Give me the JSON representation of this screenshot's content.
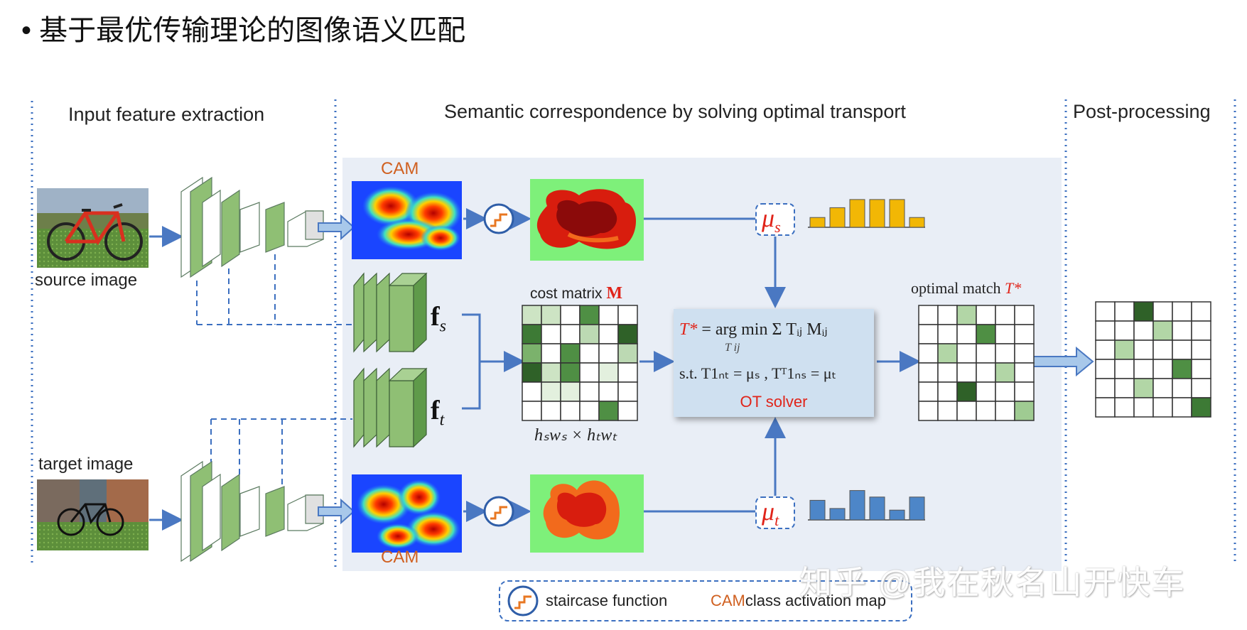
{
  "title": "• 基于最优传输理论的图像语义匹配",
  "sections": {
    "input": "Input feature extraction",
    "ot": "Semantic correspondence by solving optimal transport",
    "post": "Post-processing"
  },
  "labels": {
    "source_image": "source image",
    "target_image": "target image",
    "cam_top": "CAM",
    "cam_bottom": "CAM",
    "f_s": "f",
    "f_s_sub": "s",
    "f_t": "f",
    "f_t_sub": "t",
    "cost_matrix": "cost matrix",
    "cost_matrix_symbol": "M",
    "cost_dims": "hₛwₛ × hₜwₜ",
    "mu_s": "μ",
    "mu_s_sub": "s",
    "mu_t": "μ",
    "mu_t_sub": "t",
    "optimal_match": "optimal match",
    "optimal_match_symbol": "T*",
    "formula_line1_lhs": "T*",
    "formula_line1_rhs": "= arg min Σ Tᵢⱼ Mᵢⱼ",
    "formula_line1_under": "T      ij",
    "formula_line2": "s.t.  T1ₙₜ = μₛ , Tᵀ1ₙₛ = μₜ",
    "ot_solver": "OT solver"
  },
  "legend": {
    "staircase": "staircase function",
    "cam_abbr": "CAM",
    "cam_text": "class activation map"
  },
  "watermark": "知乎 @我在秋名山开快车",
  "histograms": {
    "mu_s": {
      "color": "#f2b705",
      "values": [
        0.3,
        0.6,
        0.85,
        0.85,
        0.85,
        0.3
      ]
    },
    "mu_t": {
      "color": "#4d86c8",
      "values": [
        0.6,
        0.35,
        0.9,
        0.7,
        0.3,
        0.7
      ]
    }
  },
  "grids": {
    "cost_matrix": {
      "rows": 6,
      "cols": 6,
      "cells": [
        [
          "#cde4c4",
          "#cde4c4",
          "#ffffff",
          "#4f8f44",
          "#ffffff",
          "#ffffff"
        ],
        [
          "#3d7a35",
          "#ffffff",
          "#ffffff",
          "#bcd9b3",
          "#ffffff",
          "#2f6128"
        ],
        [
          "#7bb26c",
          "#ffffff",
          "#4f8f44",
          "#ffffff",
          "#ffffff",
          "#bcd9b3"
        ],
        [
          "#2f6128",
          "#cde4c4",
          "#4f8f44",
          "#ffffff",
          "#e3f0de",
          "#ffffff"
        ],
        [
          "#ffffff",
          "#e3f0de",
          "#e3f0de",
          "#ffffff",
          "#ffffff",
          "#ffffff"
        ],
        [
          "#ffffff",
          "#ffffff",
          "#ffffff",
          "#ffffff",
          "#4f8f44",
          "#ffffff"
        ]
      ]
    },
    "optimal_match": {
      "rows": 6,
      "cols": 6,
      "cells": [
        [
          "#ffffff",
          "#ffffff",
          "#b2d6a6",
          "#ffffff",
          "#ffffff",
          "#ffffff"
        ],
        [
          "#ffffff",
          "#ffffff",
          "#ffffff",
          "#4f8f44",
          "#ffffff",
          "#ffffff"
        ],
        [
          "#ffffff",
          "#b2d6a6",
          "#ffffff",
          "#ffffff",
          "#ffffff",
          "#ffffff"
        ],
        [
          "#ffffff",
          "#ffffff",
          "#ffffff",
          "#ffffff",
          "#b2d6a6",
          "#ffffff"
        ],
        [
          "#ffffff",
          "#ffffff",
          "#2f6128",
          "#ffffff",
          "#ffffff",
          "#ffffff"
        ],
        [
          "#ffffff",
          "#ffffff",
          "#ffffff",
          "#ffffff",
          "#ffffff",
          "#9fcb92"
        ]
      ]
    },
    "post_processing": {
      "rows": 6,
      "cols": 6,
      "cells": [
        [
          "#ffffff",
          "#ffffff",
          "#2f6128",
          "#ffffff",
          "#ffffff",
          "#ffffff"
        ],
        [
          "#ffffff",
          "#ffffff",
          "#ffffff",
          "#b2d6a6",
          "#ffffff",
          "#ffffff"
        ],
        [
          "#ffffff",
          "#b2d6a6",
          "#ffffff",
          "#ffffff",
          "#ffffff",
          "#ffffff"
        ],
        [
          "#ffffff",
          "#ffffff",
          "#ffffff",
          "#ffffff",
          "#4f8f44",
          "#ffffff"
        ],
        [
          "#ffffff",
          "#ffffff",
          "#b2d6a6",
          "#ffffff",
          "#ffffff",
          "#ffffff"
        ],
        [
          "#ffffff",
          "#ffffff",
          "#ffffff",
          "#ffffff",
          "#ffffff",
          "#3d7a35"
        ]
      ]
    }
  },
  "colors": {
    "panel_bg": "#e9eef6",
    "arrow_blue": "#4a78c2",
    "dotted_divider": "#3b6fc0",
    "cnn_green": "#8fbf74",
    "cnn_green_dark": "#5f9a4a",
    "cam_label": "#d06020",
    "accent_red": "#e0241a",
    "mask_bg": "#7ef07a",
    "mask_dark": "#8b0a0a",
    "mask_red": "#d81d0e",
    "mask_orange": "#f26a1c"
  }
}
